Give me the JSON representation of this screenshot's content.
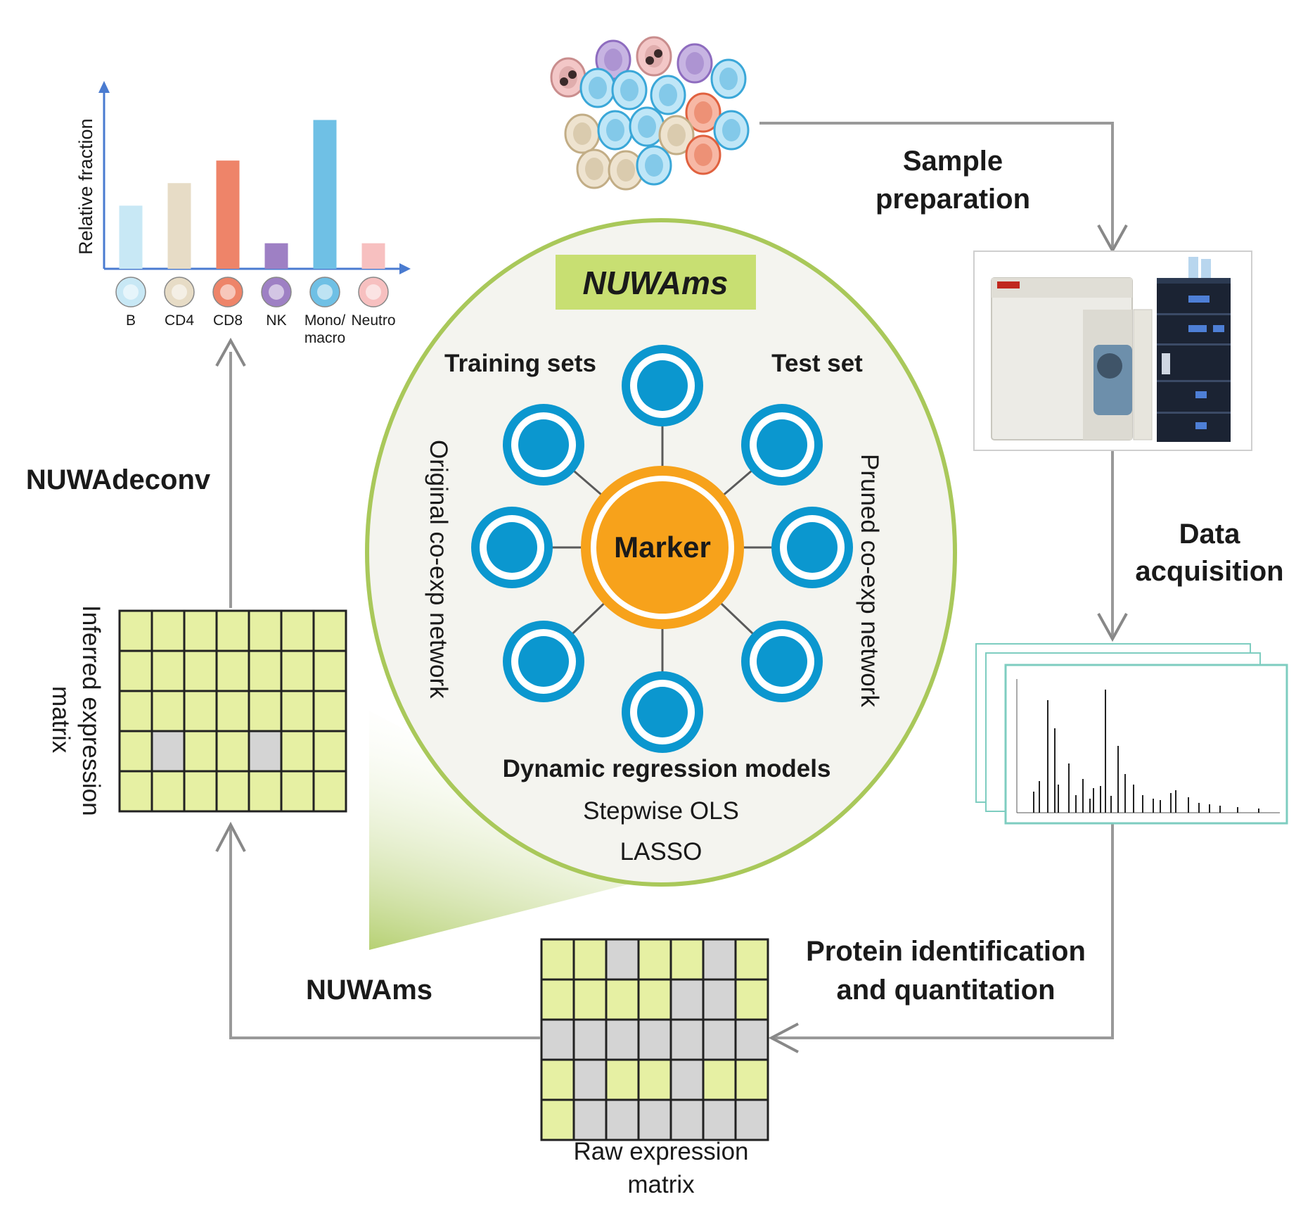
{
  "center": {
    "title": "NUWAms",
    "hub_label": "Marker",
    "training_label": "Training sets",
    "test_label": "Test set",
    "left_vertical": "Original co-exp network",
    "right_vertical": "Pruned co-exp network",
    "models_title": "Dynamic regression models",
    "model_1": "Stepwise OLS",
    "model_2": "LASSO"
  },
  "steps": {
    "sample_prep_line1": "Sample",
    "sample_prep_line2": "preparation",
    "data_acq_line1": "Data",
    "data_acq_line2": "acquisition",
    "protein_id_line1": "Protein identification",
    "protein_id_line2": "and quantitation",
    "nuwams": "NUWAms",
    "nuwadeconv": "NUWAdeconv"
  },
  "raw_matrix": {
    "label_line1": "Raw expression",
    "label_line2": "matrix",
    "cells": [
      [
        1,
        1,
        0,
        1,
        1,
        0,
        1
      ],
      [
        1,
        1,
        1,
        1,
        0,
        0,
        1
      ],
      [
        0,
        0,
        0,
        0,
        0,
        0,
        0
      ],
      [
        1,
        0,
        1,
        1,
        0,
        1,
        1
      ],
      [
        1,
        0,
        0,
        0,
        0,
        0,
        0
      ]
    ]
  },
  "inferred_matrix": {
    "label_line1": "Inferred expression",
    "label_line2": "matrix",
    "cells": [
      [
        1,
        1,
        1,
        1,
        1,
        1,
        1
      ],
      [
        1,
        1,
        1,
        1,
        1,
        1,
        1
      ],
      [
        1,
        1,
        1,
        1,
        1,
        1,
        1
      ],
      [
        1,
        0,
        1,
        1,
        0,
        1,
        1
      ],
      [
        1,
        1,
        1,
        1,
        1,
        1,
        1
      ]
    ]
  },
  "colors": {
    "matrix_green": "#e6f0a3",
    "matrix_gray": "#d4d4d4",
    "ellipse_fill": "#f4f4ef",
    "ellipse_stroke": "#a9c85a",
    "title_bg": "#c8df72",
    "hub_orange": "#f7a21b",
    "node_blue": "#0b97cf",
    "arrow_gray": "#888888",
    "axis_blue": "#4a7bd0"
  },
  "chart_data": {
    "type": "bar",
    "categories": [
      "B",
      "CD4",
      "CD8",
      "NK",
      "Mono/\nmacro",
      "Neutro"
    ],
    "category_labels": [
      [
        "B"
      ],
      [
        "CD4"
      ],
      [
        "CD8"
      ],
      [
        "NK"
      ],
      [
        "Mono/",
        "macro"
      ],
      [
        "Neutro"
      ]
    ],
    "values": [
      0.42,
      0.57,
      0.72,
      0.17,
      0.99,
      0.17
    ],
    "bar_colors": [
      "#c8e8f5",
      "#e7dcc6",
      "#ee8469",
      "#9e80c4",
      "#6fc0e5",
      "#f7c0c0"
    ],
    "title": "",
    "xlabel": "",
    "ylabel": "Relative fraction",
    "ylim": [
      0,
      1.1
    ],
    "grid": false,
    "legend": "none"
  }
}
